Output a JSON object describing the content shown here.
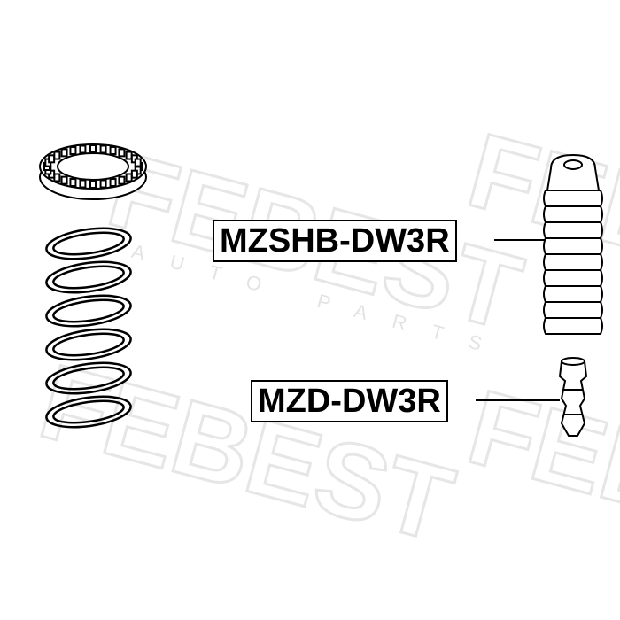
{
  "labels": {
    "boot": "MZSHB-DW3R",
    "bump_stop": "MZD-DW3R"
  },
  "watermark": {
    "brand": "FEBEST",
    "tagline": "AUTO PARTS"
  }
}
